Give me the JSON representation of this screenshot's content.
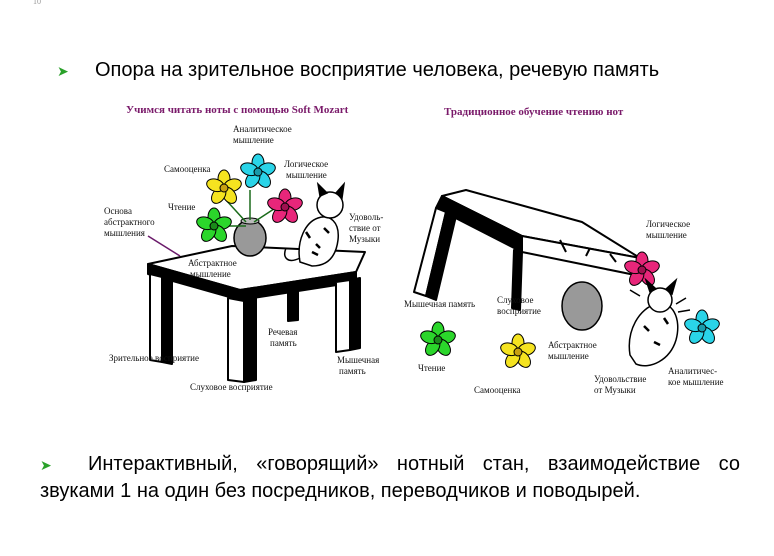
{
  "page_number": "10",
  "bullet1": {
    "text": "Опора на зрительное восприятие человека, речевую память"
  },
  "bullet2": {
    "text": "Интерактивный, «говорящий» нотный стан, взаимодействие со звуками 1 на один без посредников, переводчиков и поводырей."
  },
  "left_panel": {
    "title": "Учимся читать ноты с помощью Soft Mozart",
    "labels": {
      "analytic1": "Аналитическое",
      "analytic2": "мышление",
      "selfesteem": "Самооценка",
      "logic1": "Логическое",
      "logic2": "мышление",
      "reading": "Чтение",
      "basis1": "Основа",
      "basis2": "абстрактного",
      "basis3": "мышления",
      "pleasure1": "Удоволь-",
      "pleasure2": "ствие от",
      "pleasure3": "Музыки",
      "abstract1": "Абстрактное",
      "abstract2": "мышление",
      "speech1": "Речевая",
      "speech2": "память",
      "visual": "Зрительное восприятие",
      "muscle1": "Мышечная",
      "muscle2": "память",
      "auditory": "Слуховое восприятие"
    }
  },
  "right_panel": {
    "title": "Традиционное обучение чтению нот",
    "labels": {
      "logic1": "Логическое",
      "logic2": "мышление",
      "muscle": "Мышечная память",
      "auditory1": "Слуховое",
      "auditory2": "восприятие",
      "abstract1": "Абстрактное",
      "abstract2": "мышление",
      "reading": "Чтение",
      "selfesteem": "Самооценка",
      "pleasure1": "Удовольствие",
      "pleasure2": "от Музыки",
      "analytic1": "Аналитичес-",
      "analytic2": "кое мышление"
    }
  },
  "colors": {
    "bullet_arrow": "#2aa12a",
    "title": "#7a1a6a",
    "flower_yellow": "#f5e320",
    "flower_cyan": "#2ad4e8",
    "flower_magenta": "#e8267a",
    "flower_green": "#2bd62b"
  }
}
